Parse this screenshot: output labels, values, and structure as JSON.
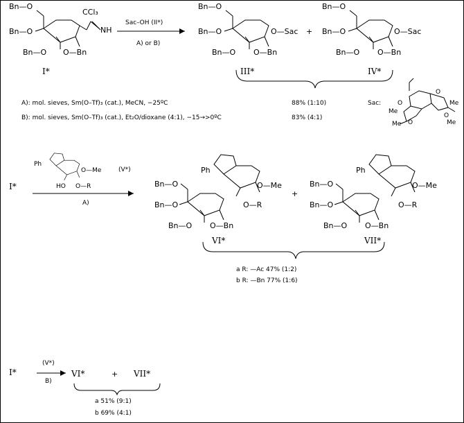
{
  "scheme": {
    "bn_o": "Bn—O",
    "o_bn": "O—Bn",
    "imidate": {
      "ccl3": "CCl₃",
      "nh": "NH"
    },
    "o_sac": "O—Sac",
    "o_me": "O—Me",
    "o_r": "O—R",
    "ph": "Ph",
    "ho": "HO",
    "me": "Me",
    "o": "O",
    "plus": "+",
    "sac_label": "Sac:",
    "compounds": {
      "I": "I*",
      "III": "III*",
      "IV": "IV*",
      "VI": "VI*",
      "VII": "VII*"
    },
    "reaction1": {
      "reagent": "Sac–OH   (II*)",
      "conditions_ref": "A)  or B)",
      "cond_a": "A): mol. sieves, Sm(O–Tf)₃ (cat.), MeCN, −25ºC",
      "cond_b": "B): mol. sieves, Sm(O–Tf)₃ (cat.), Et₂O/dioxane (4:1), −15→>0ºC",
      "yield_a": "88% (1:10)",
      "yield_b": "83% (4:1)"
    },
    "reaction2": {
      "acceptor": "(V*)",
      "conditions_ref": "A)",
      "row_a": "a R: —Ac    47% (1:2)",
      "row_b": "b R: —Bn    77% (1:6)"
    },
    "reaction3": {
      "acceptor": "(V*)",
      "conditions_ref": "B)",
      "row_a": "a 51% (9:1)",
      "row_b": "b 69% (4:1)"
    }
  }
}
